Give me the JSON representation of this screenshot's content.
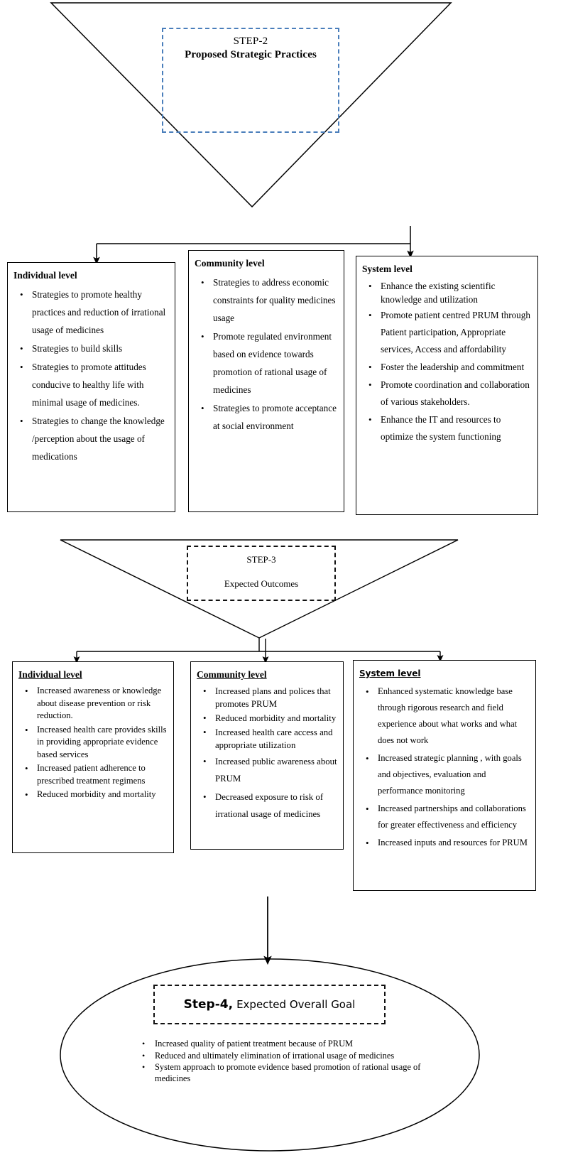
{
  "diagram": {
    "title": "PRUM strategic practices and expected outcomes framework",
    "accent_blue": "#4a7ebb",
    "line_color": "#000000"
  },
  "step2": {
    "label": "STEP-2",
    "title": "Proposed Strategic Practices"
  },
  "step3": {
    "label": "STEP-3",
    "title": "Expected Outcomes"
  },
  "step4": {
    "label": "Step-4,",
    "title": "Expected Overall Goal"
  },
  "practices": {
    "individual": {
      "heading": "Individual level",
      "items": [
        "Strategies to promote healthy practices and reduction of irrational usage of medicines",
        "Strategies to build skills",
        "Strategies to promote attitudes conducive to healthy life with minimal usage of medicines.",
        "Strategies to change the knowledge /perception about the usage of medications"
      ]
    },
    "community": {
      "heading": "Community level",
      "items": [
        "Strategies to address economic constraints for quality medicines usage",
        "Promote regulated environment based on evidence towards promotion of rational usage of medicines",
        "Strategies to promote acceptance at social environment"
      ]
    },
    "system": {
      "heading": "System level",
      "items": [
        "Enhance the existing scientific knowledge and utilization",
        "Promote patient centred PRUM through Patient participation, Appropriate services, Access and affordability",
        "Foster the leadership and commitment",
        "Promote coordination and collaboration of various stakeholders.",
        "Enhance the  IT  and resources to optimize the system functioning"
      ]
    }
  },
  "outcomes": {
    "individual": {
      "heading": "Individual level",
      "items": [
        "Increased awareness or knowledge about disease prevention or risk reduction.",
        "Increased health care provides skills in providing appropriate evidence based services",
        "Increased patient adherence to prescribed treatment regimens",
        "Reduced morbidity and mortality"
      ]
    },
    "community": {
      "heading": "Community level",
      "items": [
        "Increased plans and polices that promotes PRUM",
        "Reduced morbidity and mortality",
        "Increased health care access and appropriate utilization",
        "Increased public awareness about PRUM",
        "Decreased exposure to risk of irrational usage of medicines"
      ]
    },
    "system": {
      "heading": "System level",
      "items": [
        "Enhanced systematic knowledge base through rigorous research and field experience about what works and what does not work",
        "Increased strategic planning , with goals and objectives, evaluation and performance monitoring",
        "Increased partnerships and collaborations for greater effectiveness and efficiency",
        "Increased inputs and resources for PRUM"
      ]
    }
  },
  "goal": {
    "items": [
      "Increased quality of patient treatment because of PRUM",
      "Reduced and ultimately elimination of irrational usage of medicines",
      "System approach to promote evidence based promotion of rational usage of medicines"
    ]
  }
}
